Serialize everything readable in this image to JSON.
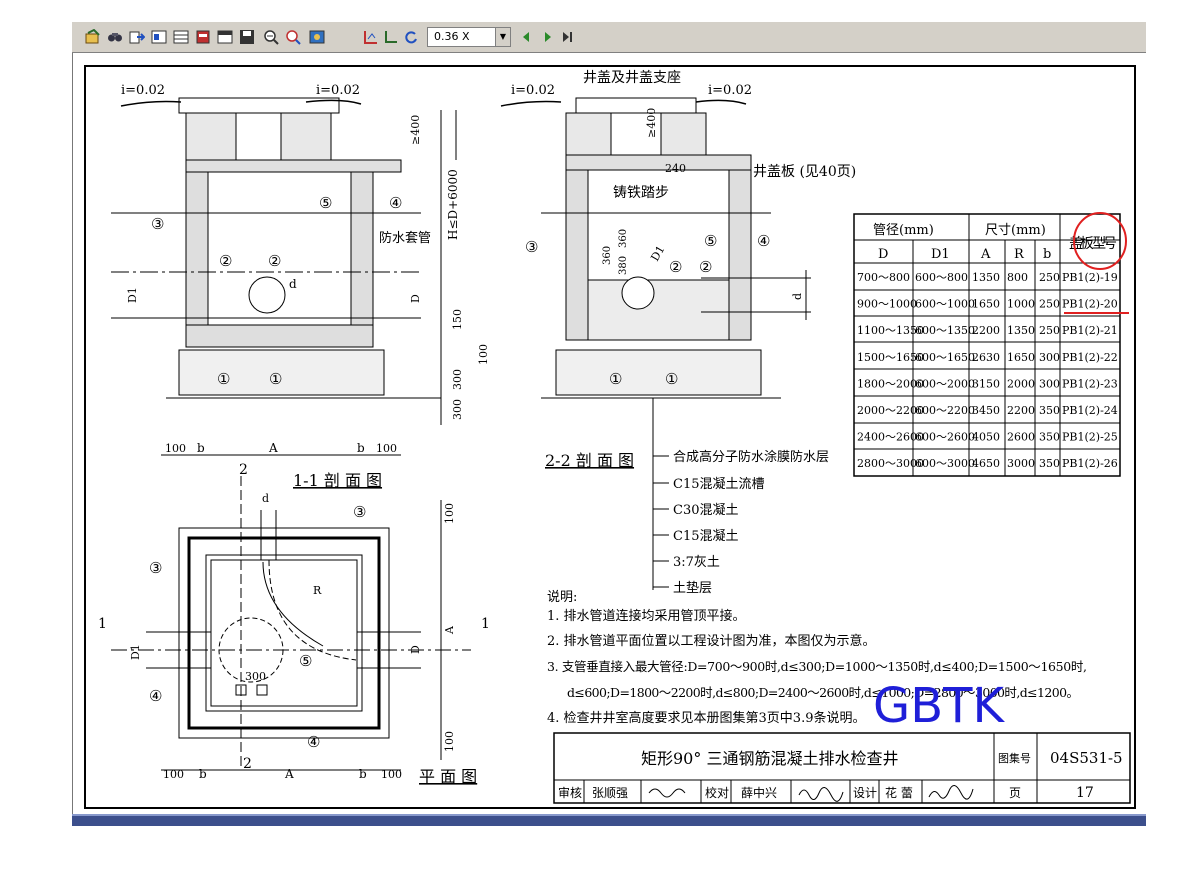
{
  "toolbar": {
    "zoom_value": "0.36 X",
    "buttons": [
      "open-icon",
      "find-icon",
      "export-icon",
      "page-icon",
      "grid-icon",
      "stack-icon",
      "window-icon",
      "save-icon",
      "zoom-in-icon",
      "zoom-find-icon",
      "photo-icon",
      "dim-icon",
      "ruler-icon",
      "rotate-icon",
      "prev-icon",
      "next-icon",
      "last-page-icon"
    ]
  },
  "drawing": {
    "section11": {
      "title": "1-1 剖 面 图",
      "slope_left": "i=0.02",
      "slope_right": "i=0.02",
      "labels": {
        "waterproof_sleeve": "防水套管",
        "h_dim": "H≤D+6000",
        "top_dim": "≥400",
        "d1": "D1",
        "d": "D",
        "small_d": "d",
        "b": "b",
        "a": "A",
        "d150": "150",
        "d100": "100",
        "d300a": "300",
        "d300b": "300",
        "w100": "100"
      },
      "markers": [
        "①",
        "①",
        "②",
        "②",
        "③",
        "④",
        "⑤"
      ]
    },
    "section22": {
      "title": "2-2 剖 面 图",
      "slope_left": "i=0.02",
      "slope_right": "i=0.02",
      "cover": "井盖及井盖支座",
      "labels": {
        "cover_plate": "井盖板 (见40页)",
        "step": "铸铁踏步",
        "dim240": "240",
        "dim360a": "360",
        "dim360b": "360",
        "dim380": "380",
        "d1": "D1",
        "small_d": "d",
        "top_dim": "≥400"
      },
      "markers": [
        "①",
        "①",
        "②",
        "②",
        "③",
        "④",
        "⑤"
      ]
    },
    "layers": [
      "合成高分子防水涂膜防水层",
      "C15混凝土流槽",
      "C30混凝土",
      "C15混凝土",
      "3:7灰土",
      "土垫层"
    ],
    "plan": {
      "title": "平 面 图",
      "cut": "1",
      "cut2": "2",
      "labels": {
        "d300": "300",
        "r": "R",
        "d1": "D1",
        "d": "D",
        "a": "A",
        "b": "b",
        "w100": "100",
        "d100a": "100",
        "d100b": "100",
        "small_d": "d"
      },
      "markers": [
        "③",
        "③",
        "④",
        "④",
        "⑤"
      ]
    },
    "table": {
      "headers": {
        "pipe": "管径(mm)",
        "size": "尺寸(mm)",
        "cover": "盖板 型号",
        "d": "D",
        "d1": "D1",
        "a": "A",
        "r": "R",
        "b": "b"
      },
      "rows": [
        [
          "700～800",
          "600～800",
          "1350",
          "800",
          "250",
          "PB1(2)-19"
        ],
        [
          "900～1000",
          "600～1000",
          "1650",
          "1000",
          "250",
          "PB1(2)-20"
        ],
        [
          "1100～1350",
          "600～1350",
          "2200",
          "1350",
          "250",
          "PB1(2)-21"
        ],
        [
          "1500～1650",
          "600～1650",
          "2630",
          "1650",
          "300",
          "PB1(2)-22"
        ],
        [
          "1800～2000",
          "600～2000",
          "3150",
          "2000",
          "300",
          "PB1(2)-23"
        ],
        [
          "2000～2200",
          "600～2200",
          "3450",
          "2200",
          "350",
          "PB1(2)-24"
        ],
        [
          "2400～2600",
          "600～2600",
          "4050",
          "2600",
          "350",
          "PB1(2)-25"
        ],
        [
          "2800～3000",
          "600～3000",
          "4650",
          "3000",
          "350",
          "PB1(2)-26"
        ]
      ]
    },
    "notes": {
      "heading": "说明:",
      "items": [
        "1. 排水管道连接均采用管顶平接。",
        "2. 排水管道平面位置以工程设计图为准，本图仅为示意。",
        "3. 支管垂直接入最大管径:D=700～900时,d≤300;D=1000～1350时,d≤400;D=1500～1650时,",
        "d≤600;D=1800～2200时,d≤800;D=2400～2600时,d≤1000;D=2800～3000时,d≤1200。",
        "4. 检查井井室高度要求见本册图集第3页中3.9条说明。"
      ]
    },
    "title_block": {
      "title": "矩形90° 三通钢筋混凝土排水检查井",
      "atlas_label": "图集号",
      "atlas_no": "04S531-5",
      "review": "审核",
      "reviewer": "张顺强",
      "check": "校对",
      "checker": "薛中兴",
      "design": "设计",
      "designer": "花 蕾",
      "page_label": "页",
      "page_no": "17"
    },
    "watermark": "GBTK"
  },
  "colors": {
    "toolbar": "#d4d0c8",
    "watermark": "#1f1fd8",
    "annotation": "#e02020",
    "bottom_bar": "#3c4f8c"
  }
}
